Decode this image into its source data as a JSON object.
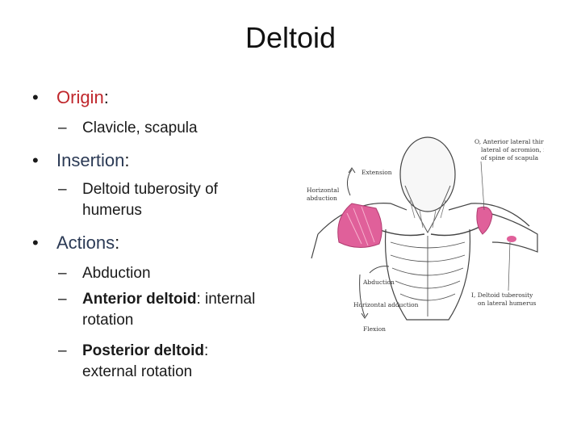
{
  "slide": {
    "title": "Deltoid",
    "bullets": [
      {
        "heading": "Origin",
        "colon": ":",
        "items": [
          {
            "bold": "",
            "text": "Clavicle, scapula"
          }
        ]
      },
      {
        "heading": "Insertion",
        "colon": ":",
        "items": [
          {
            "bold": "",
            "text": "Deltoid tuberosity of humerus"
          }
        ]
      },
      {
        "heading": "Actions",
        "colon": ":",
        "items": [
          {
            "bold": "",
            "text": "Abduction"
          },
          {
            "bold": "Anterior deltoid",
            "text": ": internal rotation"
          },
          {
            "bold": "Posterior deltoid",
            "text": ": external rotation"
          }
        ]
      }
    ],
    "bullet_glyph": "•",
    "dash_glyph": "–"
  },
  "figure": {
    "labels": {
      "origin_1": "O, Anterior lateral third of clavicle,",
      "origin_2": "lateral of acromion, inferior edge",
      "origin_3": "of spine of scapula",
      "extension": "Extension",
      "horiz_abd_1": "Horizontal",
      "horiz_abd_2": "abduction",
      "abduction": "Abduction",
      "horiz_add": "Horizontal adduction",
      "flexion": "Flexion",
      "insertion_1": "I, Deltoid tuberosity",
      "insertion_2": "on lateral humerus"
    },
    "colors": {
      "muscle": "#e0609a",
      "outline": "#444444",
      "heading_origin": "#c0282d",
      "heading_other": "#2b3a55"
    }
  }
}
